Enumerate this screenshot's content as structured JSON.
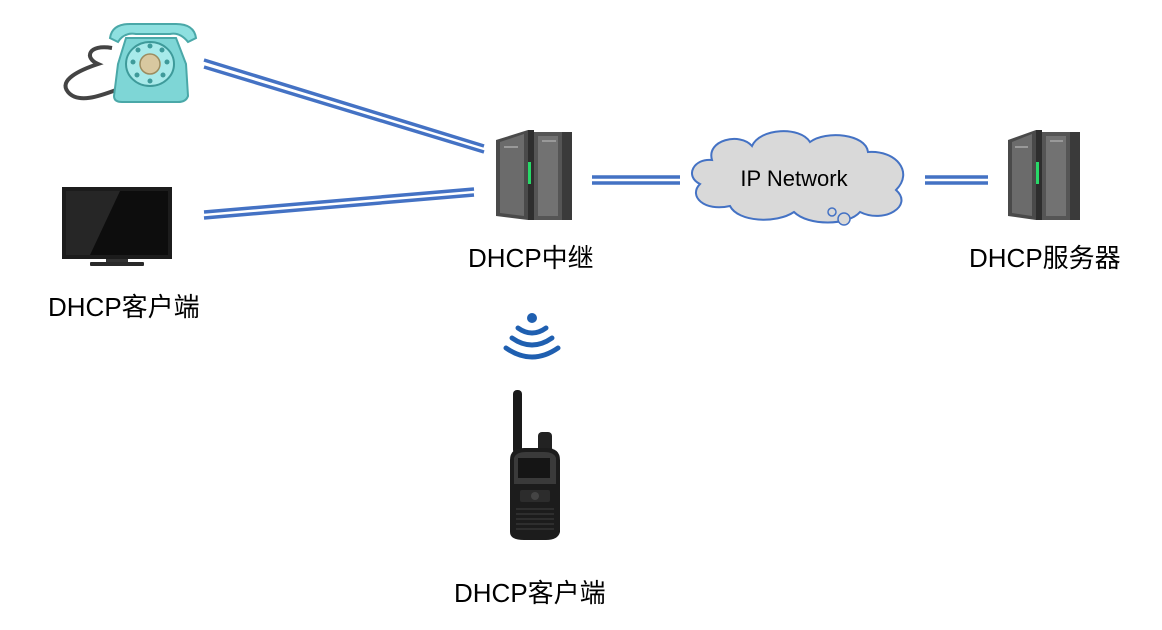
{
  "labels": {
    "client_left": "DHCP客户端",
    "relay": "DHCP中继",
    "server": "DHCP服务器",
    "client_bottom": "DHCP客户端",
    "network": "IP Network"
  },
  "icons": {
    "telephone": "rotary-telephone-icon",
    "tv": "flat-tv-icon",
    "relay": "server-rack-icon",
    "server": "server-rack-icon",
    "wireless": "wireless-signal-icon",
    "walkie_talkie": "walkie-talkie-icon",
    "cloud": "cloud-icon"
  },
  "colors": {
    "link": "#4472c4",
    "cloud_fill": "#d9d9d9",
    "cloud_stroke": "#4472c4",
    "phone": "#7ed6d6",
    "wireless": "#1f5fb0"
  }
}
